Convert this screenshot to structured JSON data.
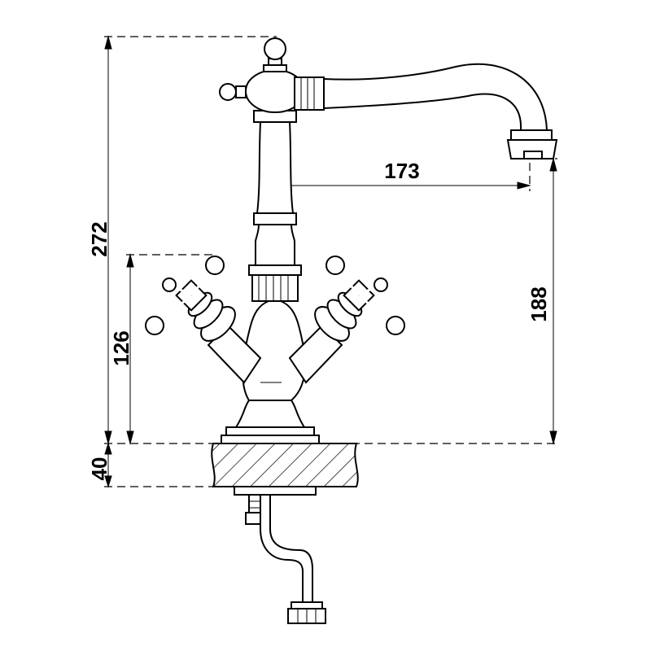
{
  "dimensions": {
    "total_height": "272",
    "spout_reach": "173",
    "spout_height": "188",
    "handle_height": "126",
    "deck_thickness": "40"
  }
}
